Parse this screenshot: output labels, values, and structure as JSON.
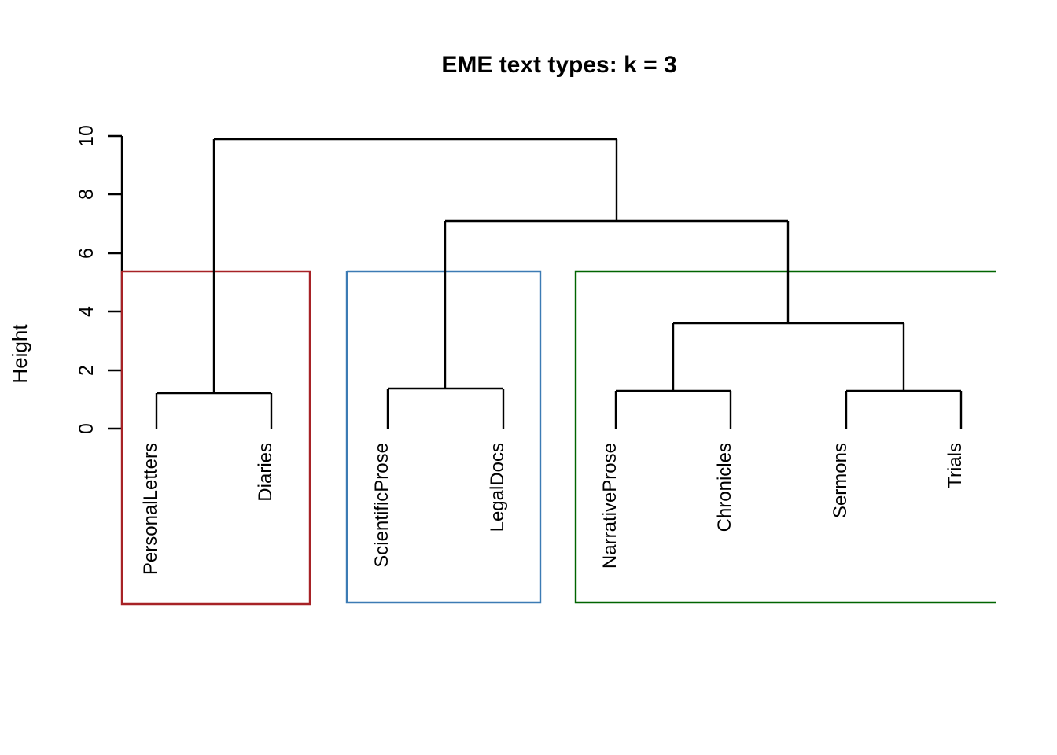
{
  "plot": {
    "title": "EME text types: k = 3",
    "y_axis_label": "Height",
    "background": "#ffffff",
    "branch_color": "#000000"
  },
  "chart_data": {
    "type": "dendrogram",
    "title": "EME text types: k = 3",
    "xlabel": "",
    "ylabel": "Height",
    "ylim": [
      0,
      10
    ],
    "yticks": [
      0,
      2,
      4,
      6,
      8,
      10
    ],
    "ytick_labels": [
      "0",
      "2",
      "4",
      "6",
      "8",
      "10"
    ],
    "grid": false,
    "k": 3,
    "cut_height": 5.35,
    "leaves": [
      "PersonalLetters",
      "Diaries",
      "ScientificProse",
      "LegalDocs",
      "NarrativeProse",
      "Chronicles",
      "Sermons",
      "Trials"
    ],
    "merges": [
      {
        "id": "m1",
        "label": "PersonalLetters + Diaries",
        "height": 1.22,
        "children": [
          "PersonalLetters",
          "Diaries"
        ]
      },
      {
        "id": "m2",
        "label": "ScientificProse + LegalDocs",
        "height": 1.37,
        "children": [
          "ScientificProse",
          "LegalDocs"
        ]
      },
      {
        "id": "m3",
        "label": "NarrativeProse + Chronicles",
        "height": 1.3,
        "children": [
          "NarrativeProse",
          "Chronicles"
        ]
      },
      {
        "id": "m4",
        "label": "Sermons + Trials",
        "height": 1.29,
        "children": [
          "Sermons",
          "Trials"
        ]
      },
      {
        "id": "m5",
        "label": "m3 + m4",
        "height": 3.6,
        "children": [
          "m3",
          "m4"
        ]
      },
      {
        "id": "m6",
        "label": "m2 + m5",
        "height": 7.12,
        "children": [
          "m2",
          "m5"
        ]
      },
      {
        "id": "m7",
        "label": "m1 + m6",
        "height": 9.9,
        "children": [
          "m1",
          "m6"
        ]
      }
    ],
    "clusters": [
      {
        "index": 1,
        "name": "cluster-1",
        "color": "#A72226",
        "members": [
          "PersonalLetters",
          "Diaries"
        ]
      },
      {
        "index": 2,
        "name": "cluster-2",
        "color": "#3C7BB4",
        "members": [
          "ScientificProse",
          "LegalDocs"
        ]
      },
      {
        "index": 3,
        "name": "cluster-3",
        "color": "#006400",
        "members": [
          "NarrativeProse",
          "Chronicles",
          "Sermons",
          "Trials"
        ]
      }
    ]
  }
}
